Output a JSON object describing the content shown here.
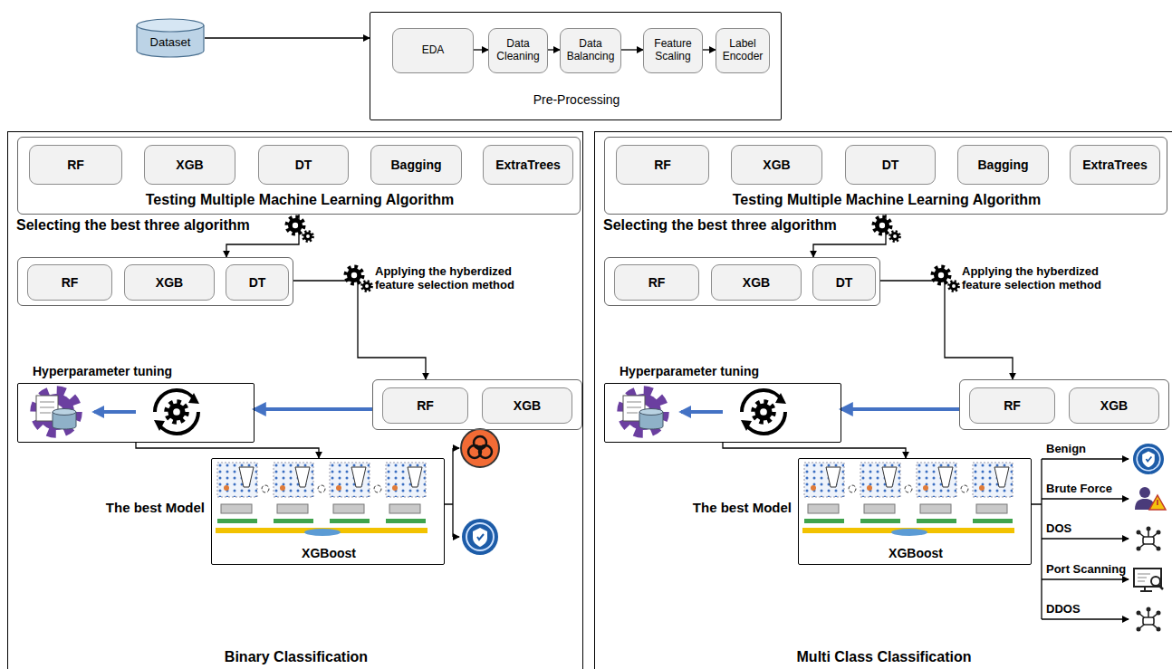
{
  "diagram": {
    "nodes": [
      {
        "text": [
          "Dataset"
        ]
      },
      {
        "text": [
          "Pre-Processing"
        ]
      },
      {
        "text": [
          "EDA"
        ],
        "in": 1
      },
      {
        "text": [
          "Data Cleaning"
        ],
        "in": 1
      },
      {
        "text": [
          "Data Balancing"
        ],
        "in": 1
      },
      {
        "text": [
          "Feature Scaling"
        ],
        "in": 1
      },
      {
        "text": [
          "Label Encoder"
        ],
        "in": 1
      },
      {
        "text": [
          "Binary Classification"
        ]
      },
      {
        "text": [
          "Testing Multiple Machine Learning Algorithm"
        ],
        "in": 7
      },
      {
        "text": [
          "RF"
        ],
        "in": 8
      },
      {
        "text": [
          "XGB"
        ],
        "in": 8
      },
      {
        "text": [
          "DT"
        ],
        "in": 8
      },
      {
        "text": [
          "Bagging"
        ],
        "in": 8
      },
      {
        "text": [
          "ExtraTrees"
        ],
        "in": 8
      },
      {
        "text": [],
        "in": 7
      },
      {
        "text": [
          "RF"
        ],
        "in": 14
      },
      {
        "text": [
          "XGB"
        ],
        "in": 14
      },
      {
        "text": [
          "DT"
        ],
        "in": 14
      },
      {
        "text": [
          "Hyperparameter tuning"
        ],
        "in": 7
      },
      {
        "text": [],
        "in": 7
      },
      {
        "text": [
          "RF"
        ],
        "in": 19
      },
      {
        "text": [
          "XGB"
        ],
        "in": 19
      },
      {
        "text": [
          "The best Model",
          "XGBoost"
        ],
        "in": 7
      },
      {
        "text": [
          "Multi Class Classification"
        ]
      },
      {
        "text": [
          "Testing Multiple Machine Learning Algorithm"
        ],
        "in": 23
      },
      {
        "text": [
          "RF"
        ],
        "in": 24
      },
      {
        "text": [
          "XGB"
        ],
        "in": 24
      },
      {
        "text": [
          "DT"
        ],
        "in": 24
      },
      {
        "text": [
          "Bagging"
        ],
        "in": 24
      },
      {
        "text": [
          "ExtraTrees"
        ],
        "in": 24
      },
      {
        "text": [],
        "in": 23
      },
      {
        "text": [
          "RF"
        ],
        "in": 30
      },
      {
        "text": [
          "XGB"
        ],
        "in": 30
      },
      {
        "text": [
          "DT"
        ],
        "in": 30
      },
      {
        "text": [
          "Hyperparameter tuning"
        ],
        "in": 23
      },
      {
        "text": [],
        "in": 23
      },
      {
        "text": [
          "RF"
        ],
        "in": 35
      },
      {
        "text": [
          "XGB"
        ],
        "in": 35
      },
      {
        "text": [
          "The best Model",
          "XGBoost"
        ],
        "in": 23
      }
    ],
    "edges": [
      {
        "from": 0,
        "to": 1,
        "arrow": "to"
      },
      {
        "from": 2,
        "to": 3,
        "arrow": "to"
      },
      {
        "from": 3,
        "to": 4,
        "arrow": "to"
      },
      {
        "from": 4,
        "to": 5,
        "arrow": "to"
      },
      {
        "from": 5,
        "to": 6,
        "arrow": "to"
      },
      {
        "from": 8,
        "to": 14,
        "arrow": "to"
      },
      {
        "from": 14,
        "to": 19,
        "arrow": "to"
      },
      {
        "from": 19,
        "to": 18,
        "arrow": "to"
      },
      {
        "from": 18,
        "to": 22,
        "arrow": "to"
      },
      {
        "from": 24,
        "to": 30,
        "arrow": "to"
      },
      {
        "from": 30,
        "to": 35,
        "arrow": "to"
      },
      {
        "from": 35,
        "to": 34,
        "arrow": "to"
      },
      {
        "from": 34,
        "to": 38,
        "arrow": "to"
      }
    ],
    "labels": [
      "Selecting the best three algorithm",
      "Applying the hyberdized feature selection method",
      "Selecting the best three algorithm",
      "Applying the hyberdized feature selection method",
      "Benign",
      "Brute Force",
      "DOS",
      "Port Scanning",
      "DDOS"
    ]
  }
}
